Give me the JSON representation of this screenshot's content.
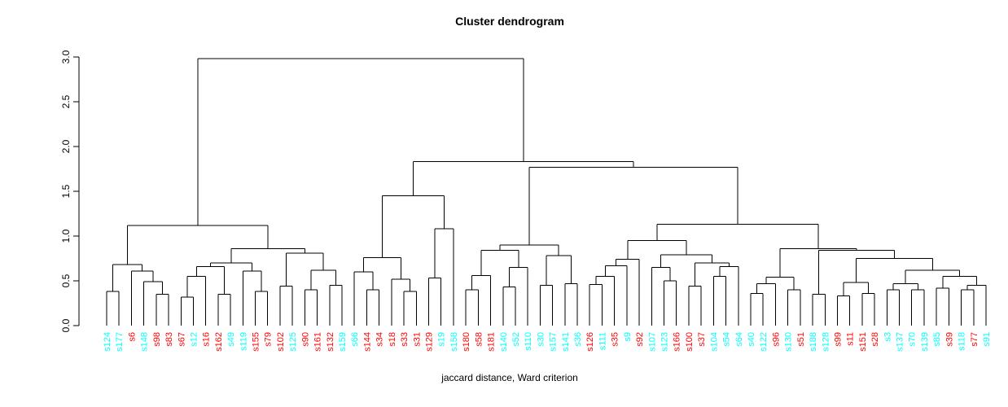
{
  "window": {
    "background": "#FFFFFF"
  },
  "colors": {
    "line": "#000000",
    "text": "#000000",
    "cyan": "#00FFFF",
    "red": "#FF0000"
  },
  "chart_data": {
    "type": "dendrogram",
    "title": "Cluster dendrogram",
    "xlabel": "jaccard distance, Ward criterion",
    "ylabel": "",
    "ylim": [
      0,
      3.0
    ],
    "grid": false,
    "yticks": [
      0,
      0.5,
      1.0,
      1.5,
      2.0,
      2.5,
      3.0
    ],
    "ytick_labels": [
      "0.0",
      "0.5",
      "1.0",
      "1.5",
      "2.0",
      "2.5",
      "3.0"
    ],
    "leaf_label_colors": {
      "cyan": "#00FFFF",
      "red": "#FF0000"
    },
    "leaves": [
      {
        "label": "s124",
        "color": "cyan"
      },
      {
        "label": "s177",
        "color": "cyan"
      },
      {
        "label": "s6",
        "color": "red"
      },
      {
        "label": "s148",
        "color": "cyan"
      },
      {
        "label": "s98",
        "color": "red"
      },
      {
        "label": "s83",
        "color": "red"
      },
      {
        "label": "s67",
        "color": "red"
      },
      {
        "label": "s12",
        "color": "cyan"
      },
      {
        "label": "s16",
        "color": "red"
      },
      {
        "label": "s162",
        "color": "red"
      },
      {
        "label": "s49",
        "color": "cyan"
      },
      {
        "label": "s119",
        "color": "cyan"
      },
      {
        "label": "s155",
        "color": "red"
      },
      {
        "label": "s79",
        "color": "red"
      },
      {
        "label": "s102",
        "color": "red"
      },
      {
        "label": "s125",
        "color": "cyan"
      },
      {
        "label": "s90",
        "color": "red"
      },
      {
        "label": "s161",
        "color": "red"
      },
      {
        "label": "s132",
        "color": "red"
      },
      {
        "label": "s159",
        "color": "cyan"
      },
      {
        "label": "s66",
        "color": "cyan"
      },
      {
        "label": "s144",
        "color": "red"
      },
      {
        "label": "s34",
        "color": "red"
      },
      {
        "label": "s18",
        "color": "red"
      },
      {
        "label": "s33",
        "color": "red"
      },
      {
        "label": "s31",
        "color": "red"
      },
      {
        "label": "s129",
        "color": "red"
      },
      {
        "label": "s19",
        "color": "cyan"
      },
      {
        "label": "s158",
        "color": "cyan"
      },
      {
        "label": "s180",
        "color": "red"
      },
      {
        "label": "s58",
        "color": "red"
      },
      {
        "label": "s181",
        "color": "red"
      },
      {
        "label": "s140",
        "color": "cyan"
      },
      {
        "label": "s52",
        "color": "cyan"
      },
      {
        "label": "s110",
        "color": "cyan"
      },
      {
        "label": "s30",
        "color": "cyan"
      },
      {
        "label": "s157",
        "color": "cyan"
      },
      {
        "label": "s141",
        "color": "cyan"
      },
      {
        "label": "s36",
        "color": "cyan"
      },
      {
        "label": "s126",
        "color": "red"
      },
      {
        "label": "s111",
        "color": "cyan"
      },
      {
        "label": "s35",
        "color": "red"
      },
      {
        "label": "s9",
        "color": "cyan"
      },
      {
        "label": "s92",
        "color": "red"
      },
      {
        "label": "s107",
        "color": "cyan"
      },
      {
        "label": "s123",
        "color": "cyan"
      },
      {
        "label": "s166",
        "color": "red"
      },
      {
        "label": "s100",
        "color": "red"
      },
      {
        "label": "s37",
        "color": "red"
      },
      {
        "label": "s104",
        "color": "cyan"
      },
      {
        "label": "s54",
        "color": "cyan"
      },
      {
        "label": "s64",
        "color": "cyan"
      },
      {
        "label": "s40",
        "color": "cyan"
      },
      {
        "label": "s122",
        "color": "cyan"
      },
      {
        "label": "s96",
        "color": "red"
      },
      {
        "label": "s130",
        "color": "cyan"
      },
      {
        "label": "s51",
        "color": "red"
      },
      {
        "label": "s188",
        "color": "cyan"
      },
      {
        "label": "s128",
        "color": "cyan"
      },
      {
        "label": "s99",
        "color": "red"
      },
      {
        "label": "s11",
        "color": "red"
      },
      {
        "label": "s151",
        "color": "red"
      },
      {
        "label": "s28",
        "color": "red"
      },
      {
        "label": "s3",
        "color": "cyan"
      },
      {
        "label": "s137",
        "color": "cyan"
      },
      {
        "label": "s70",
        "color": "cyan"
      },
      {
        "label": "s139",
        "color": "cyan"
      },
      {
        "label": "s85",
        "color": "cyan"
      },
      {
        "label": "s39",
        "color": "red"
      },
      {
        "label": "s118",
        "color": "cyan"
      },
      {
        "label": "s77",
        "color": "red"
      },
      {
        "label": "s91",
        "color": "cyan"
      }
    ],
    "tree": {
      "h": 2.98,
      "c": [
        {
          "h": 1.12,
          "c": [
            {
              "h": 0.68,
              "c": [
                {
                  "h": 0.38,
                  "c": [
                    0,
                    1
                  ]
                },
                {
                  "h": 0.61,
                  "c": [
                    2,
                    {
                      "h": 0.49,
                      "c": [
                        3,
                        {
                          "h": 0.35,
                          "c": [
                            4,
                            5
                          ]
                        }
                      ]
                    }
                  ]
                }
              ]
            },
            {
              "h": 0.86,
              "c": [
                {
                  "h": 0.7,
                  "c": [
                    {
                      "h": 0.66,
                      "c": [
                        {
                          "h": 0.55,
                          "c": [
                            {
                              "h": 0.32,
                              "c": [
                                6,
                                7
                              ]
                            },
                            8
                          ]
                        },
                        {
                          "h": 0.35,
                          "c": [
                            9,
                            10
                          ]
                        }
                      ]
                    },
                    {
                      "h": 0.61,
                      "c": [
                        11,
                        {
                          "h": 0.38,
                          "c": [
                            12,
                            13
                          ]
                        }
                      ]
                    }
                  ]
                },
                {
                  "h": 0.81,
                  "c": [
                    {
                      "h": 0.44,
                      "c": [
                        14,
                        15
                      ]
                    },
                    {
                      "h": 0.62,
                      "c": [
                        {
                          "h": 0.4,
                          "c": [
                            16,
                            17
                          ]
                        },
                        {
                          "h": 0.45,
                          "c": [
                            18,
                            19
                          ]
                        }
                      ]
                    }
                  ]
                }
              ]
            }
          ]
        },
        {
          "h": 1.83,
          "c": [
            {
              "h": 1.45,
              "c": [
                {
                  "h": 0.76,
                  "c": [
                    {
                      "h": 0.6,
                      "c": [
                        20,
                        {
                          "h": 0.4,
                          "c": [
                            21,
                            22
                          ]
                        }
                      ]
                    },
                    {
                      "h": 0.52,
                      "c": [
                        23,
                        {
                          "h": 0.38,
                          "c": [
                            24,
                            25
                          ]
                        }
                      ]
                    }
                  ]
                },
                {
                  "h": 1.08,
                  "c": [
                    {
                      "h": 0.53,
                      "c": [
                        26,
                        27
                      ]
                    },
                    28
                  ]
                }
              ]
            },
            {
              "h": 1.77,
              "c": [
                {
                  "h": 0.9,
                  "c": [
                    {
                      "h": 0.84,
                      "c": [
                        {
                          "h": 0.56,
                          "c": [
                            {
                              "h": 0.4,
                              "c": [
                                29,
                                30
                              ]
                            },
                            31
                          ]
                        },
                        {
                          "h": 0.65,
                          "c": [
                            {
                              "h": 0.43,
                              "c": [
                                32,
                                33
                              ]
                            },
                            34
                          ]
                        }
                      ]
                    },
                    {
                      "h": 0.78,
                      "c": [
                        {
                          "h": 0.45,
                          "c": [
                            35,
                            36
                          ]
                        },
                        {
                          "h": 0.47,
                          "c": [
                            37,
                            38
                          ]
                        }
                      ]
                    }
                  ]
                },
                {
                  "h": 1.13,
                  "c": [
                    {
                      "h": 0.95,
                      "c": [
                        {
                          "h": 0.74,
                          "c": [
                            {
                              "h": 0.67,
                              "c": [
                                {
                                  "h": 0.55,
                                  "c": [
                                    {
                                      "h": 0.46,
                                      "c": [
                                        39,
                                        40
                                      ]
                                    },
                                    41
                                  ]
                                },
                                42
                              ]
                            },
                            43
                          ]
                        },
                        {
                          "h": 0.79,
                          "c": [
                            {
                              "h": 0.65,
                              "c": [
                                44,
                                {
                                  "h": 0.5,
                                  "c": [
                                    45,
                                    46
                                  ]
                                }
                              ]
                            },
                            {
                              "h": 0.7,
                              "c": [
                                {
                                  "h": 0.44,
                                  "c": [
                                    47,
                                    48
                                  ]
                                },
                                {
                                  "h": 0.66,
                                  "c": [
                                    {
                                      "h": 0.55,
                                      "c": [
                                        49,
                                        50
                                      ]
                                    },
                                    51
                                  ]
                                }
                              ]
                            }
                          ]
                        }
                      ]
                    },
                    {
                      "h": 0.86,
                      "c": [
                        {
                          "h": 0.54,
                          "c": [
                            {
                              "h": 0.47,
                              "c": [
                                {
                                  "h": 0.36,
                                  "c": [
                                    52,
                                    53
                                  ]
                                },
                                54
                              ]
                            },
                            {
                              "h": 0.4,
                              "c": [
                                55,
                                56
                              ]
                            }
                          ]
                        },
                        {
                          "h": 0.84,
                          "c": [
                            {
                              "h": 0.35,
                              "c": [
                                57,
                                58
                              ]
                            },
                            {
                              "h": 0.75,
                              "c": [
                                {
                                  "h": 0.48,
                                  "c": [
                                    {
                                      "h": 0.33,
                                      "c": [
                                        59,
                                        60
                                      ]
                                    },
                                    {
                                      "h": 0.36,
                                      "c": [
                                        61,
                                        62
                                      ]
                                    }
                                  ]
                                },
                                {
                                  "h": 0.62,
                                  "c": [
                                    {
                                      "h": 0.47,
                                      "c": [
                                        {
                                          "h": 0.4,
                                          "c": [
                                            63,
                                            64
                                          ]
                                        },
                                        {
                                          "h": 0.4,
                                          "c": [
                                            65,
                                            66
                                          ]
                                        }
                                      ]
                                    },
                                    {
                                      "h": 0.55,
                                      "c": [
                                        {
                                          "h": 0.42,
                                          "c": [
                                            67,
                                            68
                                          ]
                                        },
                                        {
                                          "h": 0.45,
                                          "c": [
                                            {
                                              "h": 0.4,
                                              "c": [
                                                69,
                                                70
                                              ]
                                            },
                                            71
                                          ]
                                        }
                                      ]
                                    }
                                  ]
                                }
                              ]
                            }
                          ]
                        }
                      ]
                    }
                  ]
                }
              ]
            }
          ]
        }
      ]
    }
  }
}
